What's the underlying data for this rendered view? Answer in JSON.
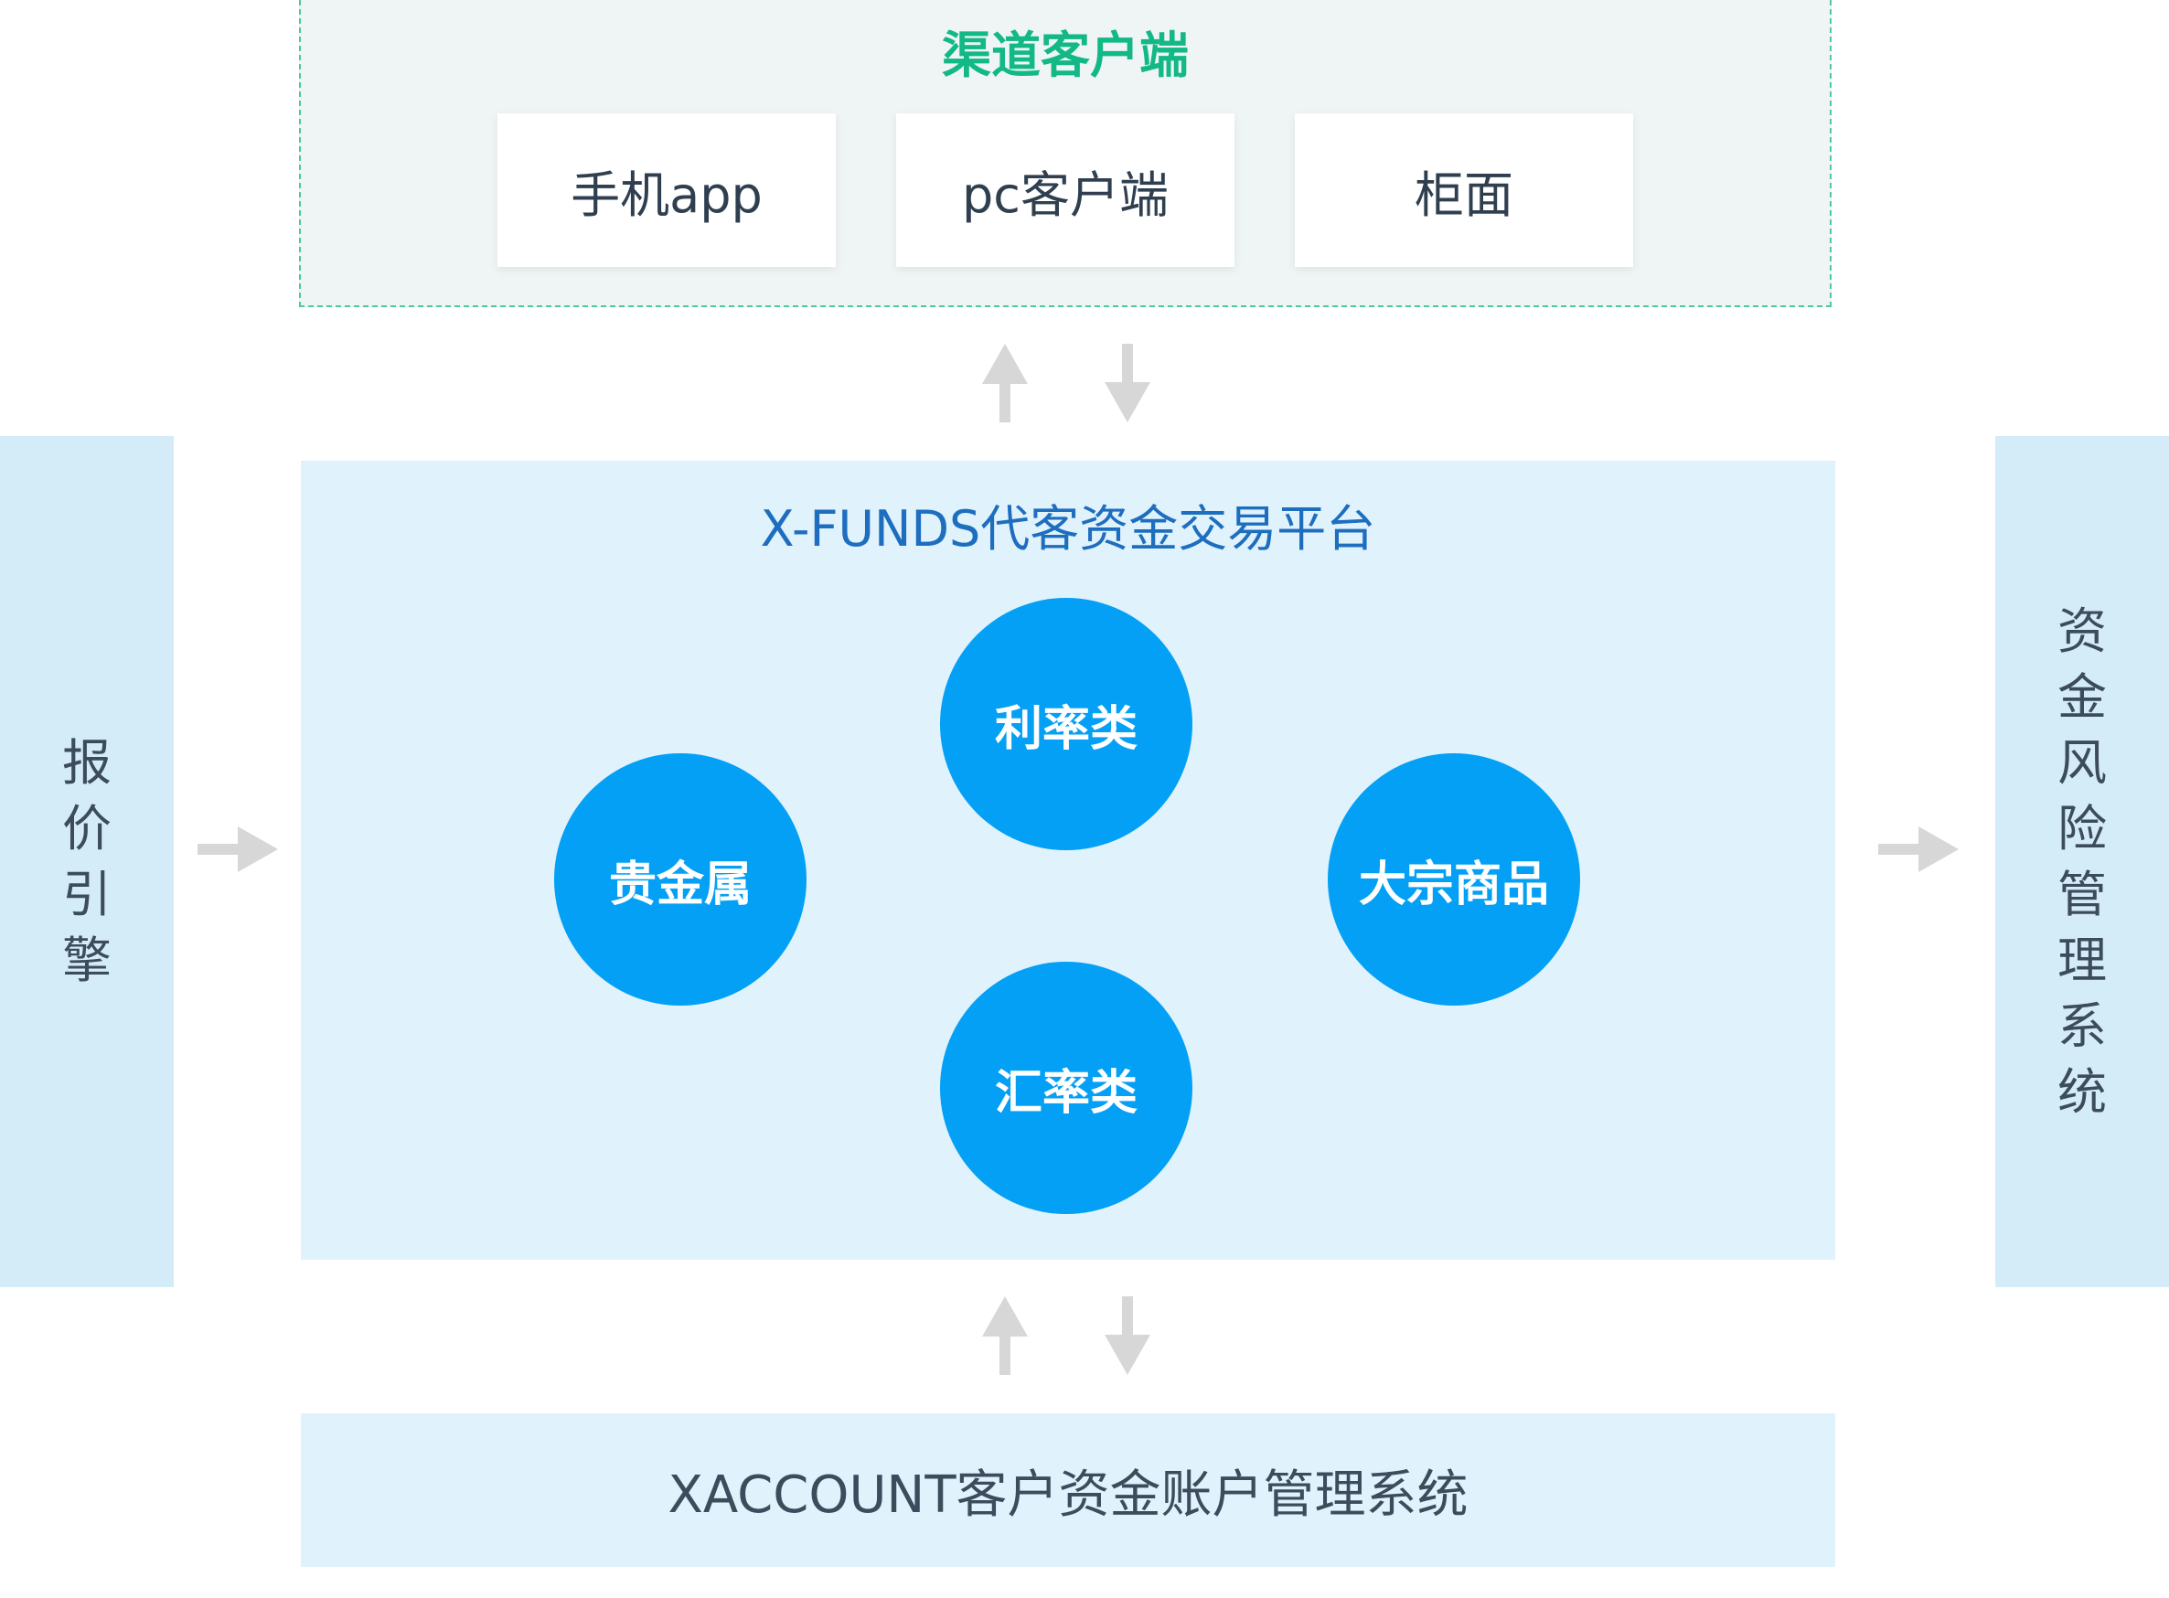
{
  "channel": {
    "title": "渠道客户端",
    "clients": [
      "手机app",
      "pc客户端",
      "柜面"
    ]
  },
  "left_panel": {
    "label": "报价引擎"
  },
  "right_panel": {
    "label": "资金风险管理系统"
  },
  "platform": {
    "title": "X-FUNDS代客资金交易平台",
    "categories": {
      "interest": "利率类",
      "metal": "贵金属",
      "commodity": "大宗商品",
      "fx": "汇率类"
    }
  },
  "account_system": {
    "label": "XACCOUNT客户资金账户管理系统"
  },
  "colors": {
    "channel_title": "#12b886",
    "channel_border": "#4cc9a2",
    "platform_title": "#1e6ebf",
    "circle_fill": "#03a0f5",
    "panel_fill": "#e0f2fc",
    "side_fill": "#d4ebf8",
    "arrow": "#d7d7d7"
  }
}
